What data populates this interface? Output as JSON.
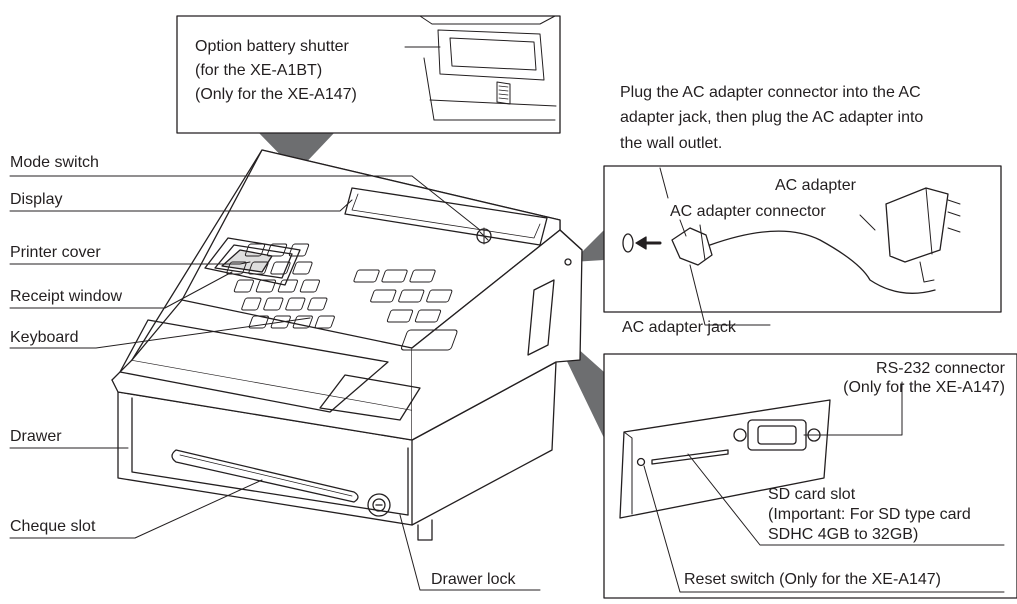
{
  "labels": {
    "mode_switch": "Mode switch",
    "display": "Display",
    "printer_cover": "Printer cover",
    "receipt_window": "Receipt window",
    "keyboard": "Keyboard",
    "drawer": "Drawer",
    "cheque_slot": "Cheque slot",
    "drawer_lock": "Drawer lock"
  },
  "battery_inset": {
    "line1": "Option battery shutter",
    "line2": "(for the XE-A1BT)",
    "line3": "(Only for the XE-A147)"
  },
  "adapter_instruction": {
    "line1": "Plug the AC adapter connector into the AC",
    "line2": "adapter jack, then plug the AC adapter into",
    "line3": "the wall outlet."
  },
  "adapter_inset": {
    "ac_adapter": "AC adapter",
    "ac_adapter_connector": "AC adapter connector",
    "ac_adapter_jack": "AC adapter jack"
  },
  "side_inset": {
    "rs232_line1": "RS-232 connector",
    "rs232_line2": "(Only for the XE-A147)",
    "sd_line1": "SD card slot",
    "sd_line2": "(Important: For SD type card",
    "sd_line3": "SDHC 4GB to 32GB)",
    "reset_switch": "Reset switch (Only for the XE-A147)"
  },
  "colors": {
    "line": "#231f20",
    "inset_shadow": "#6d6e70",
    "body_fill": "#ffffff"
  }
}
